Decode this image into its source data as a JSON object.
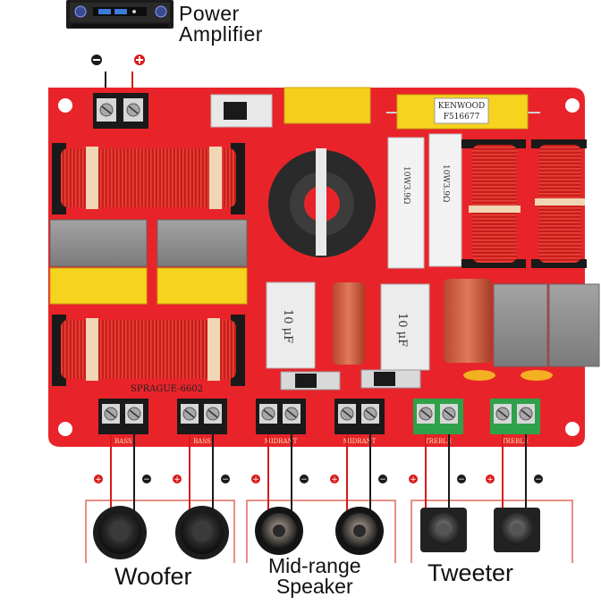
{
  "power_amplifier": {
    "label_line1": "Power",
    "label_line2": "Amplifier",
    "terminal_minus": "−",
    "terminal_plus": "+"
  },
  "board": {
    "brand_line1": "KENWOOD",
    "brand_line2": "F516677",
    "model": "SPRAGUE-6602",
    "cap_left_value": "10 μF",
    "cap_mid_value": "10 μF",
    "resistor_left": "10W3.9Ω",
    "resistor_right": "10W3.9Ω",
    "outputs": [
      {
        "label": "BASS",
        "sign_left": "+",
        "sign_right": "−"
      },
      {
        "label": "BASS",
        "sign_left": "+",
        "sign_right": "−"
      },
      {
        "label": "MIDRANT",
        "sign_left": "+",
        "sign_right": "−"
      },
      {
        "label": "MIDRANT",
        "sign_left": "+",
        "sign_right": "−"
      },
      {
        "label": "TREBLE",
        "sign_left": "+",
        "sign_right": "−"
      },
      {
        "label": "TREBLE",
        "sign_left": "+",
        "sign_right": "−"
      }
    ]
  },
  "speakers": {
    "woofer_label": "Woofer",
    "mid_label_line1": "Mid-range",
    "mid_label_line2": "Speaker",
    "tweeter_label": "Tweeter"
  },
  "colors": {
    "pcb_red": "#e8242a",
    "coil_copper": "#c8201c",
    "capacitor_gray": "#8c8c8c",
    "capacitor_yellow": "#f6d31e",
    "terminal_black": "#1a1a1a",
    "terminal_green": "#2fa14a",
    "wire_red": "#d91a1a"
  }
}
